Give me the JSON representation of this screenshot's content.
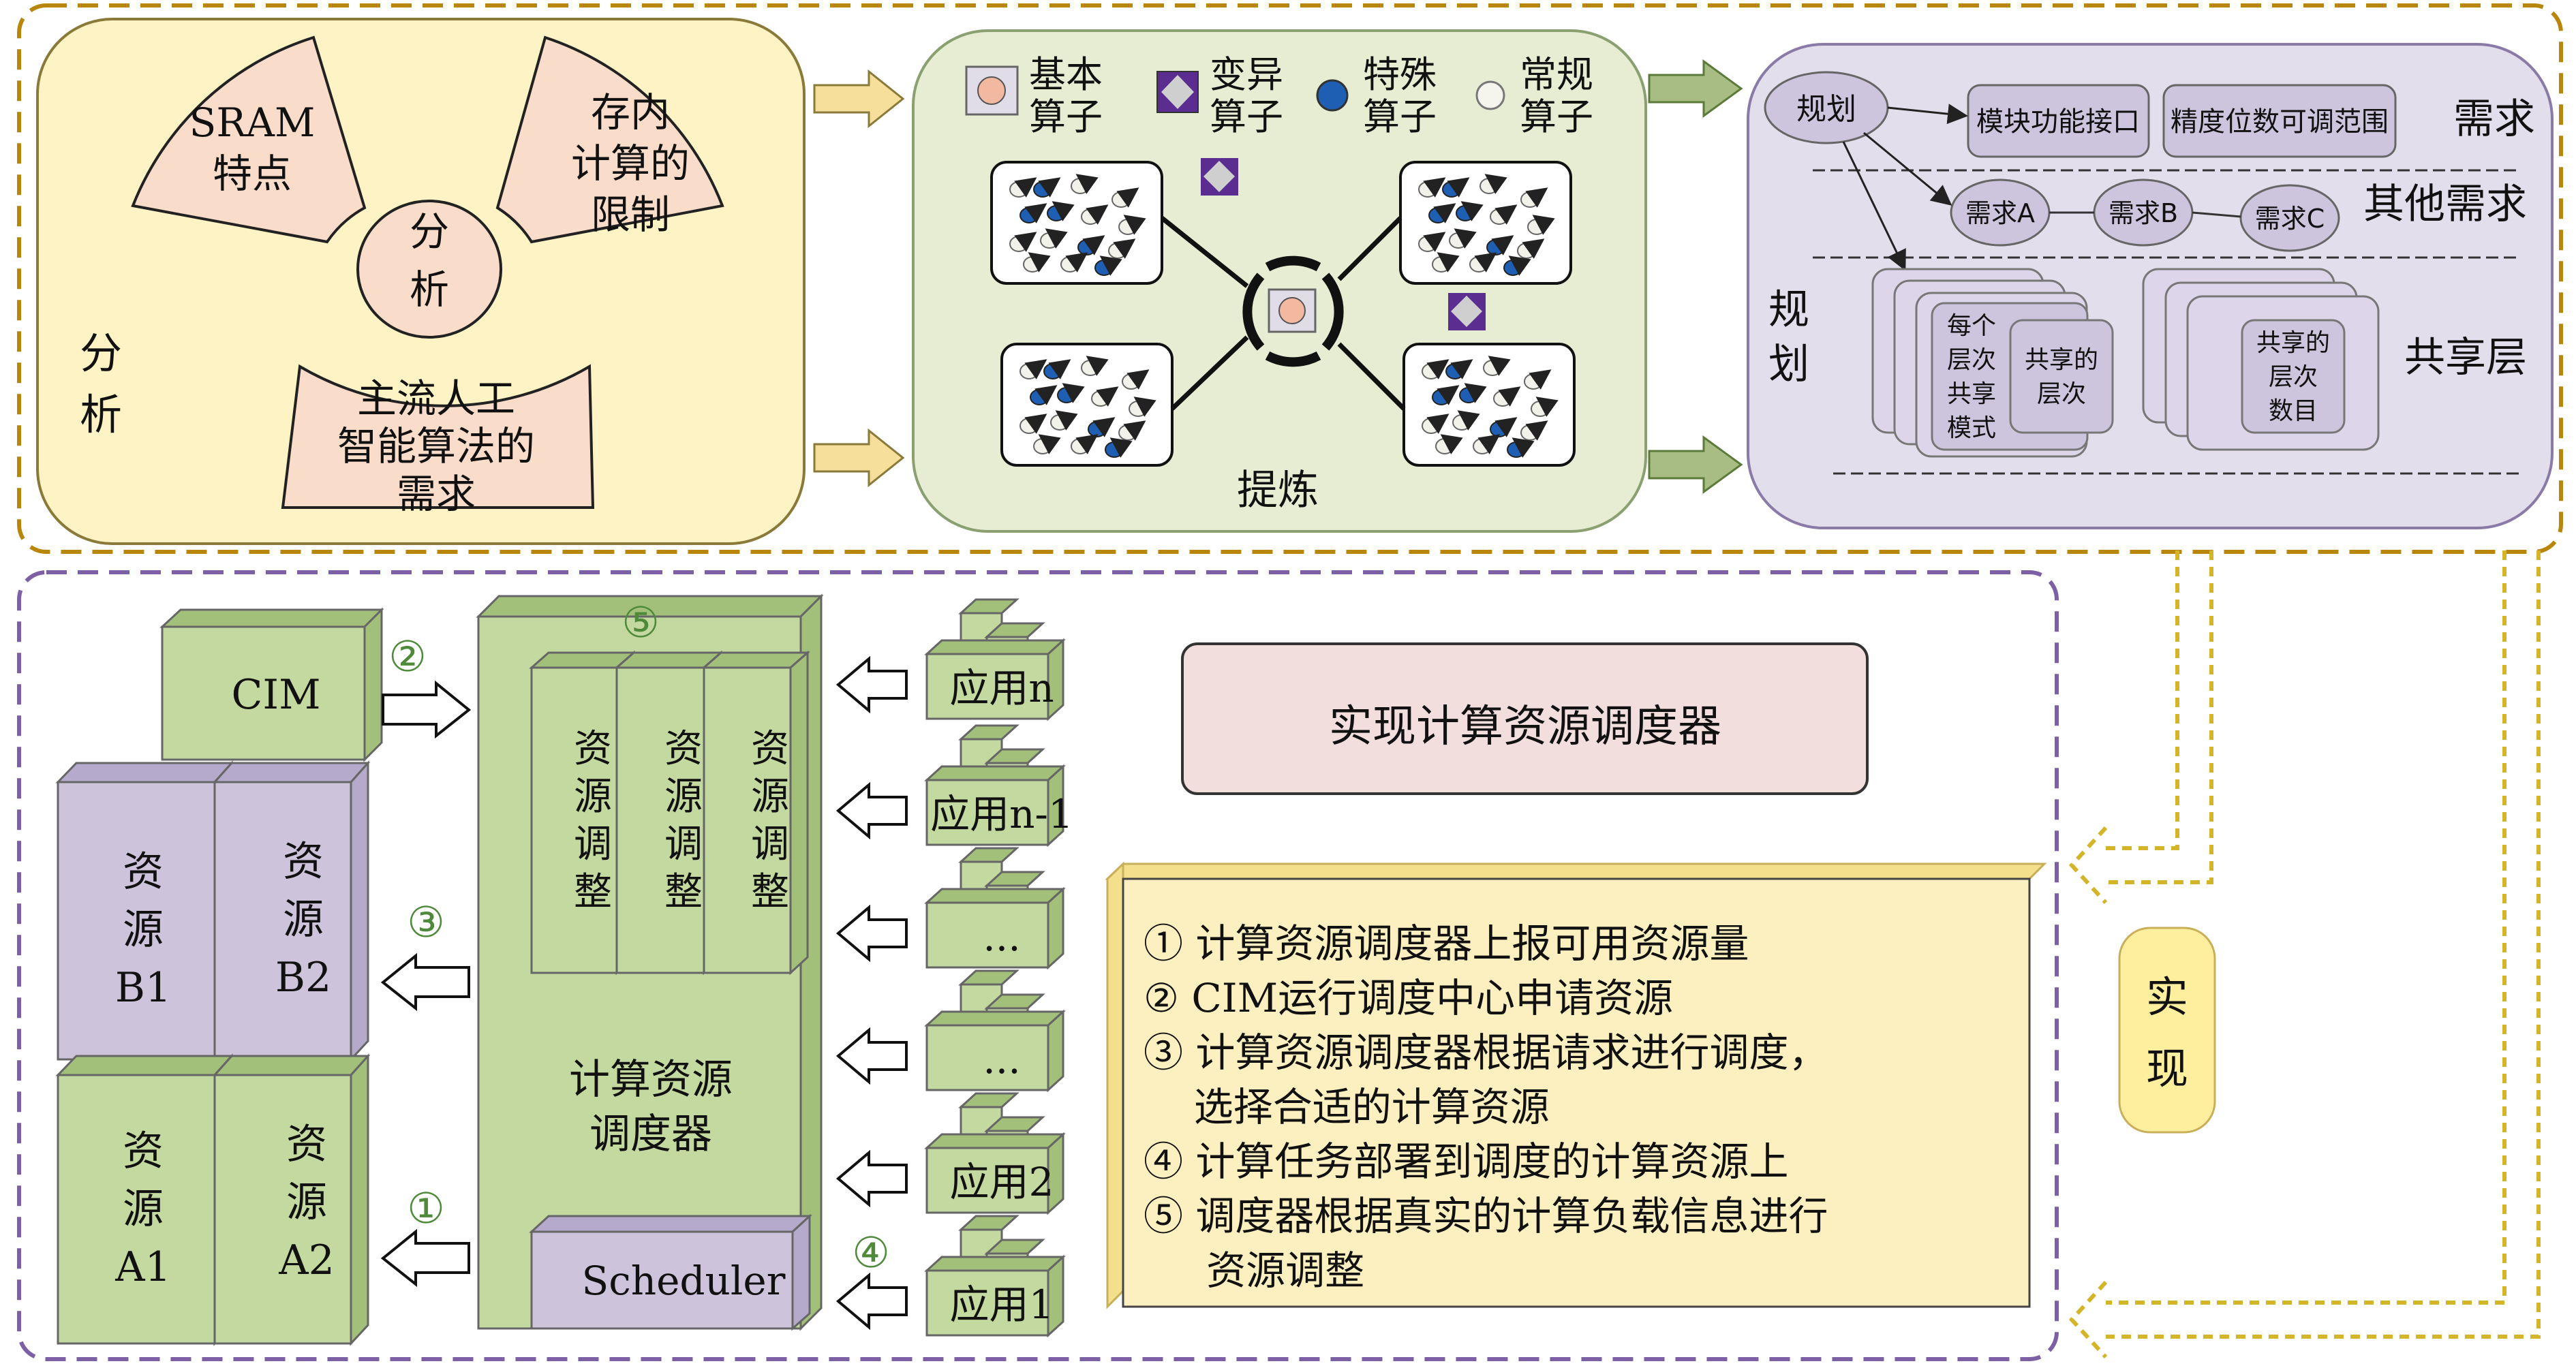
{
  "colors": {
    "analysis_bg": "#fdf3c4",
    "analysis_sector": "#f9dcc9",
    "refine_bg": "#e6edd3",
    "plan_bg": "#e2deec",
    "plan_node": "#cdc5dd",
    "green_box": "#c3d9a0",
    "green_dark": "#a2c07a",
    "purple_box": "#cdc4dc",
    "implement_box": "#f3dede",
    "legend_box": "#fcefc0",
    "gold_dash": "#b8860b",
    "purple_dash": "#7d5fa6",
    "arrow_yellow": "#f5df9a",
    "arrow_green": "#a8bd84"
  },
  "analysis": {
    "sector_sram": [
      "SRAM",
      "特点"
    ],
    "sector_cim": [
      "存内",
      "计算的",
      "限制"
    ],
    "center": [
      "分",
      "析"
    ],
    "sector_ai": [
      "主流人工",
      "智能算法的",
      "需求"
    ],
    "side_label": [
      "分",
      "析"
    ]
  },
  "refine": {
    "legend": [
      {
        "icon": "basic-operator-icon",
        "lines": [
          "基本",
          "算子"
        ]
      },
      {
        "icon": "variant-operator-icon",
        "lines": [
          "变异",
          "算子"
        ]
      },
      {
        "icon": "special-operator-icon",
        "lines": [
          "特殊",
          "算子"
        ]
      },
      {
        "icon": "regular-operator-icon",
        "lines": [
          "常规",
          "算子"
        ]
      }
    ],
    "label": "提炼"
  },
  "plan": {
    "node": "规划",
    "top_boxes": [
      "模块功能接口",
      "精度位数可调范围"
    ],
    "row1_label": "需求",
    "reqs": [
      "需求A",
      "需求B",
      "需求C"
    ],
    "row2_label": "其他需求",
    "side_label": [
      "规",
      "划"
    ],
    "stack1_inner": [
      [
        "每个",
        "层次",
        "共享",
        "模式"
      ],
      [
        "共享的",
        "层次"
      ]
    ],
    "stack2_inner": [
      "共享的",
      "层次",
      "数目"
    ],
    "row3_label": "共享层"
  },
  "impl": {
    "cim": "CIM",
    "resources": {
      "b1": [
        "资",
        "源",
        "B1"
      ],
      "b2": [
        "资",
        "源",
        "B2"
      ],
      "a1": [
        "资",
        "源",
        "A1"
      ],
      "a2": [
        "资",
        "源",
        "A2"
      ]
    },
    "step_marks": [
      "②",
      "③",
      "①",
      "⑤",
      "④"
    ],
    "adjust": [
      "资",
      "源",
      "调",
      "整"
    ],
    "scheduler_name": [
      "计算资源",
      "调度器"
    ],
    "scheduler_btn": "Scheduler",
    "apps": [
      "应用n",
      "应用n-1",
      "...",
      "...",
      "应用2",
      "应用1"
    ],
    "title": "实现计算资源调度器",
    "legend": [
      "① 计算资源调度器上报可用资源量",
      "② CIM运行调度中心申请资源",
      "③ 计算资源调度器根据请求进行调度，",
      "    选择合适的计算资源",
      "④ 计算任务部署到调度的计算资源上",
      "⑤ 调度器根据真实的计算负载信息进行",
      "     资源调整"
    ],
    "side_label": [
      "实",
      "现"
    ]
  }
}
